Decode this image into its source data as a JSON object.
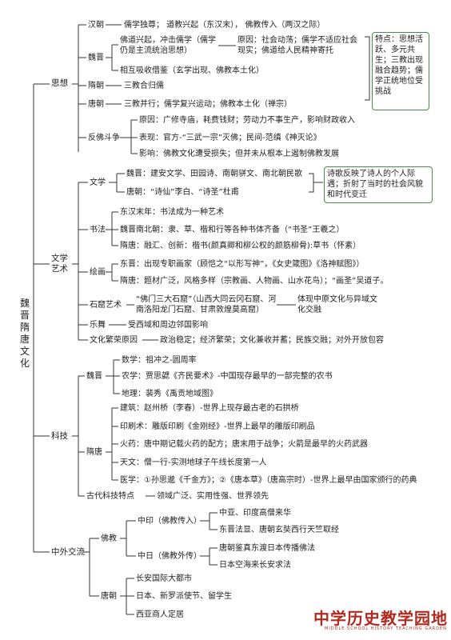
{
  "root": "魏晋隋唐文化",
  "sections": {
    "thought": {
      "label": "思想",
      "han": {
        "label": "汉朝",
        "text": "儒学独尊； 道教兴起（东汉末）， 佛教传入（两汉之际）"
      },
      "weijin": {
        "label": "魏晋",
        "a": "佛道兴起，冲击儒学（儒学仍是主流统治思想）",
        "a_cause": "原因：社会动荡；儒学不适应社会现实；佛道给人民精神寄托",
        "b": "相互吸收借鉴（玄学出现、佛教本土化）"
      },
      "sui": {
        "label": "隋朝",
        "text": "三教合归儒"
      },
      "tang": {
        "label": "唐朝",
        "text": "三教并行；儒学复兴运动；佛教本土化（禅宗）"
      },
      "feature": "特点：思想活跃、多元共生；三教出现融合趋势；儒学正统地位受挑战",
      "anti": {
        "label": "反佛斗争",
        "reason": "原因：广修寺庙，耗费钱财；劳动力不事生产，影响财政收入",
        "show": "表现：官方-“三武一宗”灭佛；民间-范缜《神灭论》",
        "effect": "影响：佛教文化遭受损失；但并未从根本上遏制佛教发展"
      }
    },
    "literature": {
      "label": "文学艺术",
      "wenxue": {
        "label": "文学",
        "weijin": "魏晋：建安文学、田园诗、南朝骈文、南北朝民歌",
        "tang": "唐朝：“诗仙”李白、“诗圣”杜甫",
        "note": "诗歌反映了诗人的个人际遇；折射了当时的社会风貌和时代变迁"
      },
      "shufa": {
        "label": "书法",
        "a": "东汉末年：书法成为一种艺术",
        "b": "魏晋南北朝：隶、草、楷和行等各种书体齐备（“书圣”王羲之）",
        "c": "隋唐：融汇、创新：楷书(颜真卿和柳公权的颜筋柳骨):草书（怀素）"
      },
      "huihua": {
        "label": "绘画",
        "a": "东晋：出现专职画家（顾恺之“以形写神”，《女史箴图》《洛神赋图》）",
        "b": "隋唐：题材广泛，风格多样（宗教画、人物画、山水花鸟）；“画圣”吴道子。"
      },
      "grotto": {
        "label": "石窟艺术",
        "text": "“佛门三大石窟”（山西大同云冈石窟、河南洛阳龙门石窟、甘肃敦煌莫高窟）",
        "result": "体现中原文化与异域文化交融"
      },
      "music": {
        "label": "乐舞",
        "text": "受西域和周边邻国影响"
      },
      "reason": {
        "label": "文化繁荣原因",
        "text": "政治稳定；经济繁荣；文化兼收并蓄；民族交融；对外开放包容"
      }
    },
    "tech": {
      "label": "科技",
      "weijin": {
        "label": "魏晋",
        "math": "数学：祖冲之-圆周率",
        "agri": "农学：贾思勰《齐民要术》-中国现存最早的一部完整的农书",
        "geo": "地理：裴秀《禹贡地域图》"
      },
      "suitang": {
        "label": "隋唐",
        "arch": "建筑：赵州桥（李春）-世界上现存最古老的石拱桥",
        "print": "印刷术：雕版印刷《金刚经》-世界上最早的雕版印刷品",
        "powder": "火药：唐中期记载火药的配方；唐末用于战争；火箭是最早的火药武器",
        "astro": "天文：僧一行-实测地球子午线长度第一人",
        "med": "医学：①孙思邈《千金方》；②《唐本草》（唐高宗时）-世界上最早由国家颁行的药典"
      },
      "feature": {
        "label": "古代科技特点",
        "text": "领域广泛、实用性强、世界领先"
      }
    },
    "exchange": {
      "label": "中外交流",
      "buddhism": {
        "label": "佛教",
        "in": {
          "label": "中印（佛教传入）",
          "a": "中亚、印度高僧来华",
          "b": "东晋法显、唐朝玄奘西行天竺取经"
        },
        "out": {
          "label": "中日（佛教外传）",
          "a": "唐朝鉴真东渡日本传播佛法",
          "b": "日本空海来长安求法"
        }
      },
      "tang": {
        "label": "唐朝",
        "a": "长安国际大都市",
        "b": "日本、新罗派使节、留学生",
        "c": "西亚商人定居"
      }
    }
  },
  "logo": {
    "title": "中学历史教学园地",
    "subtitle": "MIDDLE SCHOOL HISTORY TEACHING GARDEN"
  },
  "colors": {
    "line": "#333333",
    "box": "#4a8a4a",
    "logo": "#b02a20"
  }
}
